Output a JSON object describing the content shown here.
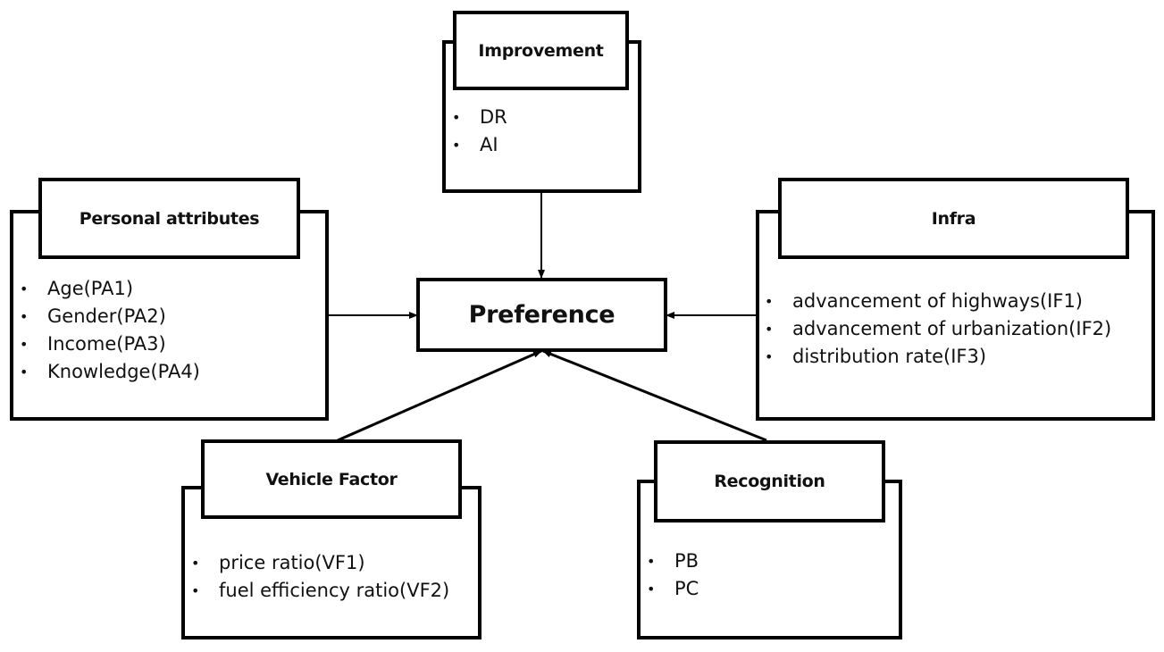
{
  "center": {
    "label": "Preference"
  },
  "improvement": {
    "title": "Improvement",
    "items": [
      "DR",
      "AI"
    ]
  },
  "personal_attributes": {
    "title": "Personal attributes",
    "items": [
      "Age(PA1)",
      "Gender(PA2)",
      "Income(PA3)",
      "Knowledge(PA4)"
    ]
  },
  "infra": {
    "title": "Infra",
    "items": [
      "advancement of highways(IF1)",
      "advancement of urbanization(IF2)",
      "distribution rate(IF3)"
    ]
  },
  "vehicle_factor": {
    "title": "Vehicle Factor",
    "items": [
      "price ratio(VF1)",
      "fuel efficiency ratio(VF2)"
    ]
  },
  "recognition": {
    "title": "Recognition",
    "items": [
      "PB",
      "PC"
    ]
  }
}
